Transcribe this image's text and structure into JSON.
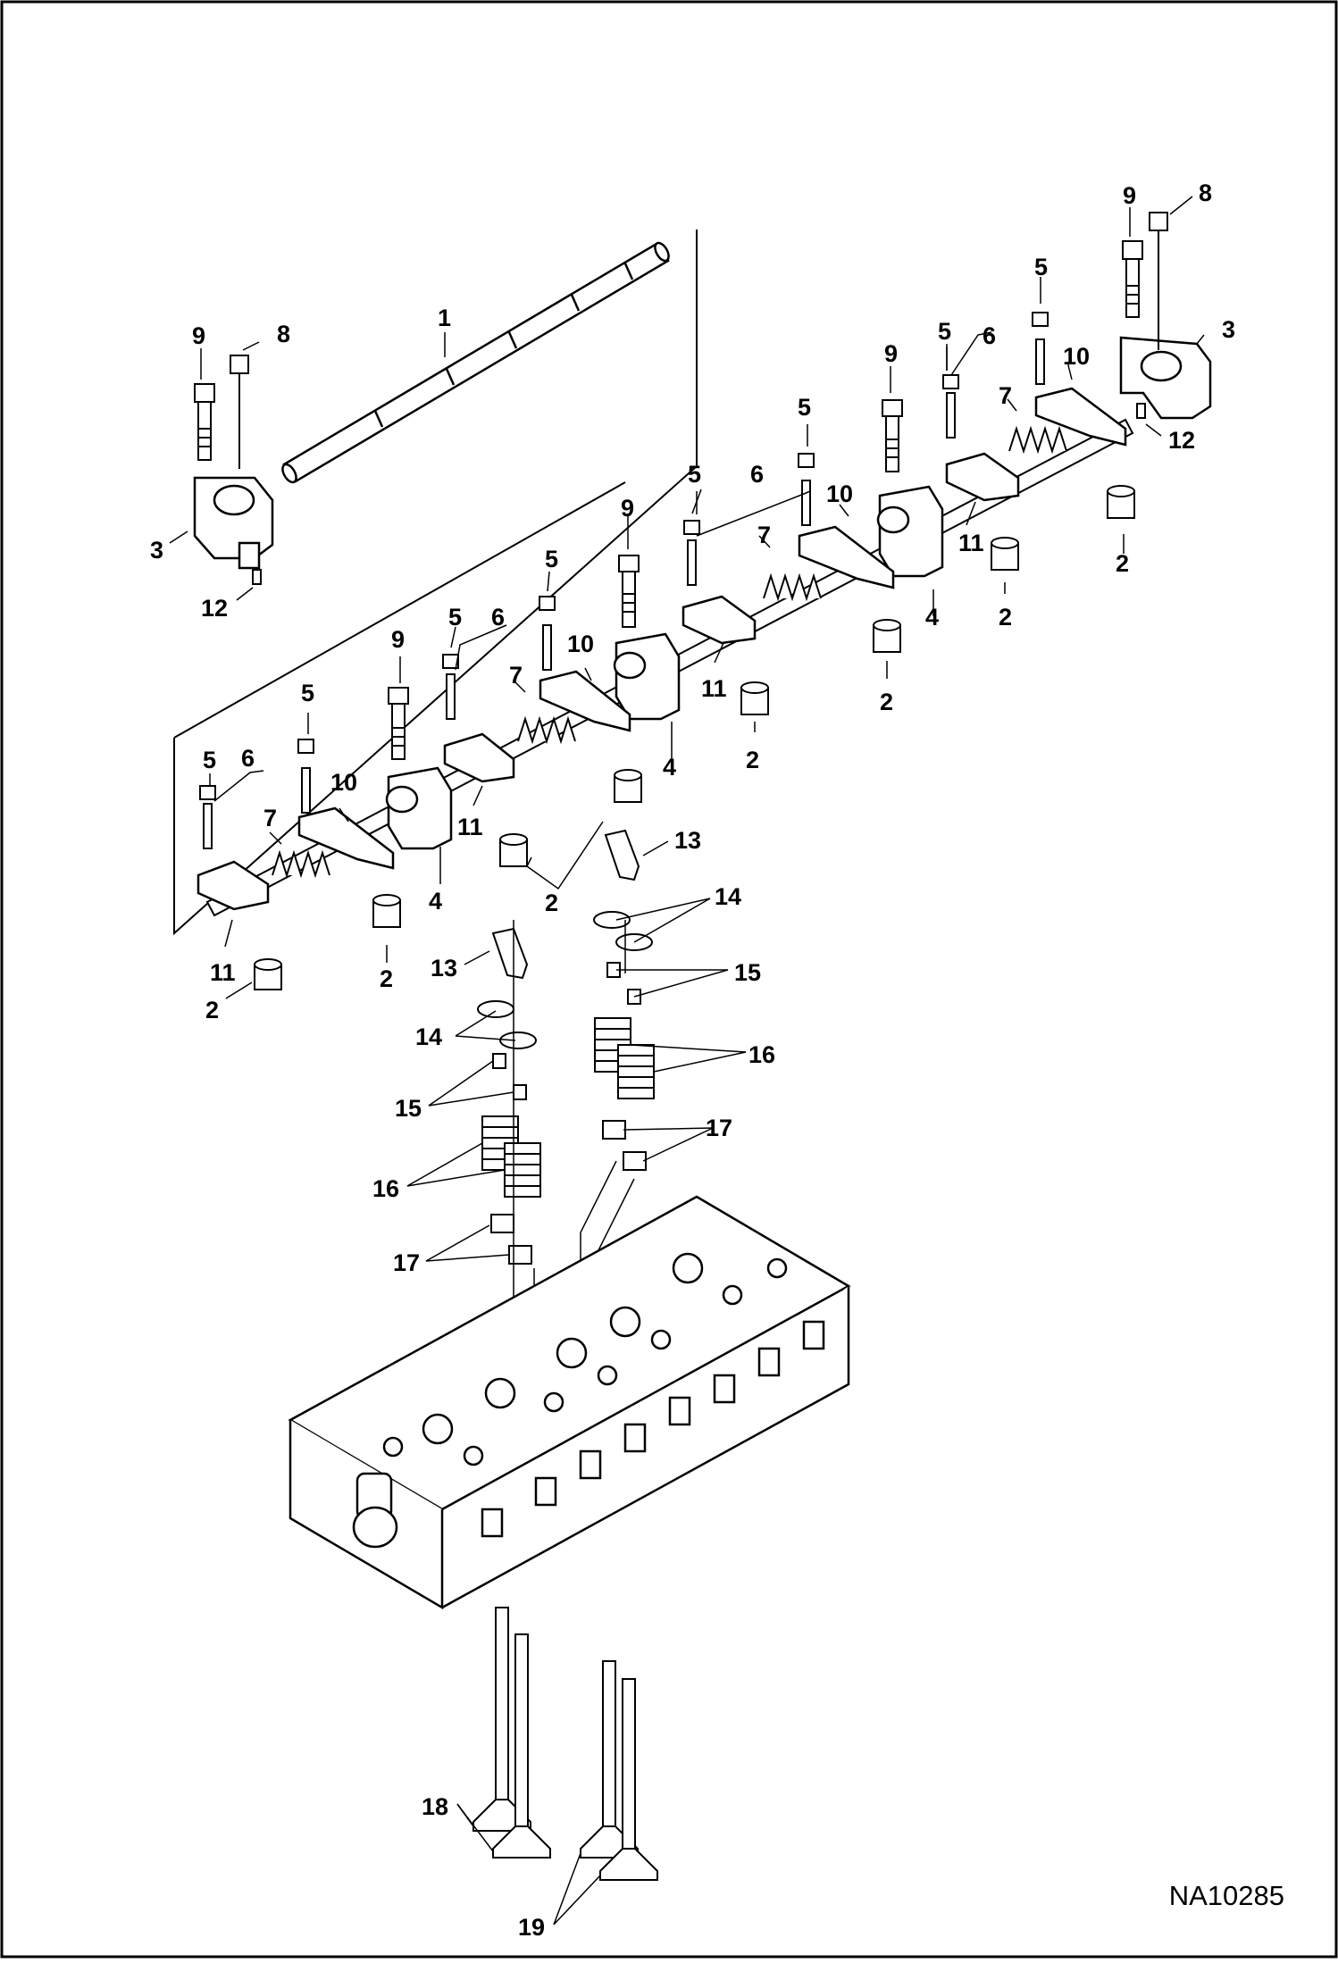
{
  "figure_id": "NA10285",
  "callouts": {
    "c1": "1",
    "c2": "2",
    "c3": "3",
    "c4": "4",
    "c5": "5",
    "c6": "6",
    "c7": "7",
    "c8": "8",
    "c9": "9",
    "c10": "10",
    "c11": "11",
    "c12": "12",
    "c13": "13",
    "c14": "14",
    "c15": "15",
    "c16": "16",
    "c17": "17",
    "c18": "18",
    "c19": "19"
  },
  "colors": {
    "line": "#000000",
    "fill": "#ffffff",
    "shade": "#bfbfbf"
  }
}
